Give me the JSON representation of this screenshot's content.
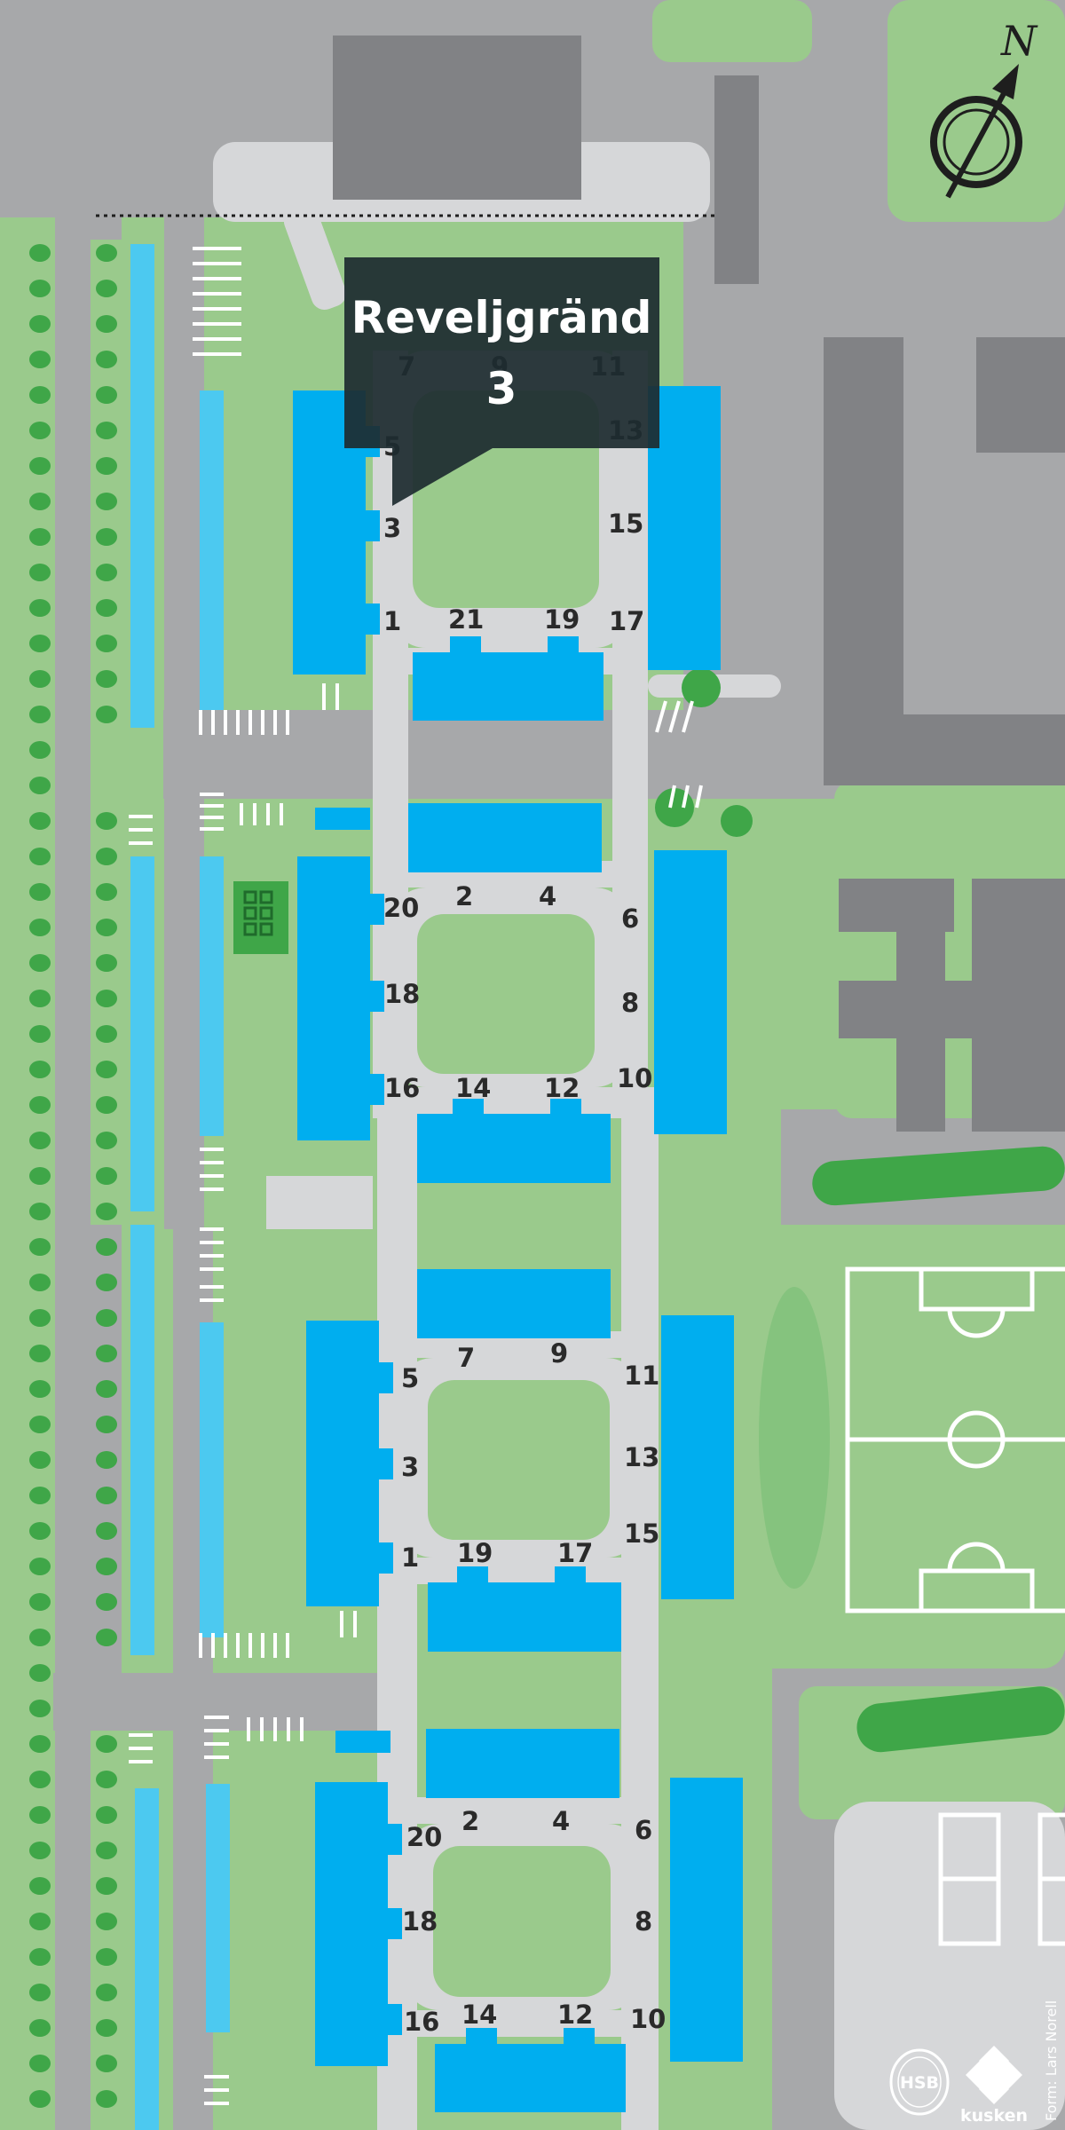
{
  "popup": {
    "street": "Reveljgränd",
    "number": "3"
  },
  "compass": {
    "letter": "N"
  },
  "house_numbers": [
    "7",
    "9",
    "11",
    "5",
    "13",
    "3",
    "15",
    "1",
    "21",
    "19",
    "17",
    "20",
    "2",
    "4",
    "6",
    "18",
    "8",
    "16",
    "14",
    "12",
    "10",
    "7",
    "9",
    "5",
    "11",
    "3",
    "13",
    "1",
    "19",
    "17",
    "15",
    "20",
    "2",
    "4",
    "6",
    "18",
    "8",
    "16",
    "14",
    "12",
    "10"
  ],
  "logos": {
    "hsb": "HSB",
    "kusken": "kusken"
  },
  "credit": "Form: Lars Norell",
  "colors": {
    "grass": "#9aca8c",
    "road": "#a7a8aa",
    "path": "#d6d7d9",
    "building_highlight": "#00aeef",
    "carport": "#4cc9f0",
    "other_building": "#818285",
    "trees": "#3fa648",
    "popup_bg": "#1d2b30"
  }
}
